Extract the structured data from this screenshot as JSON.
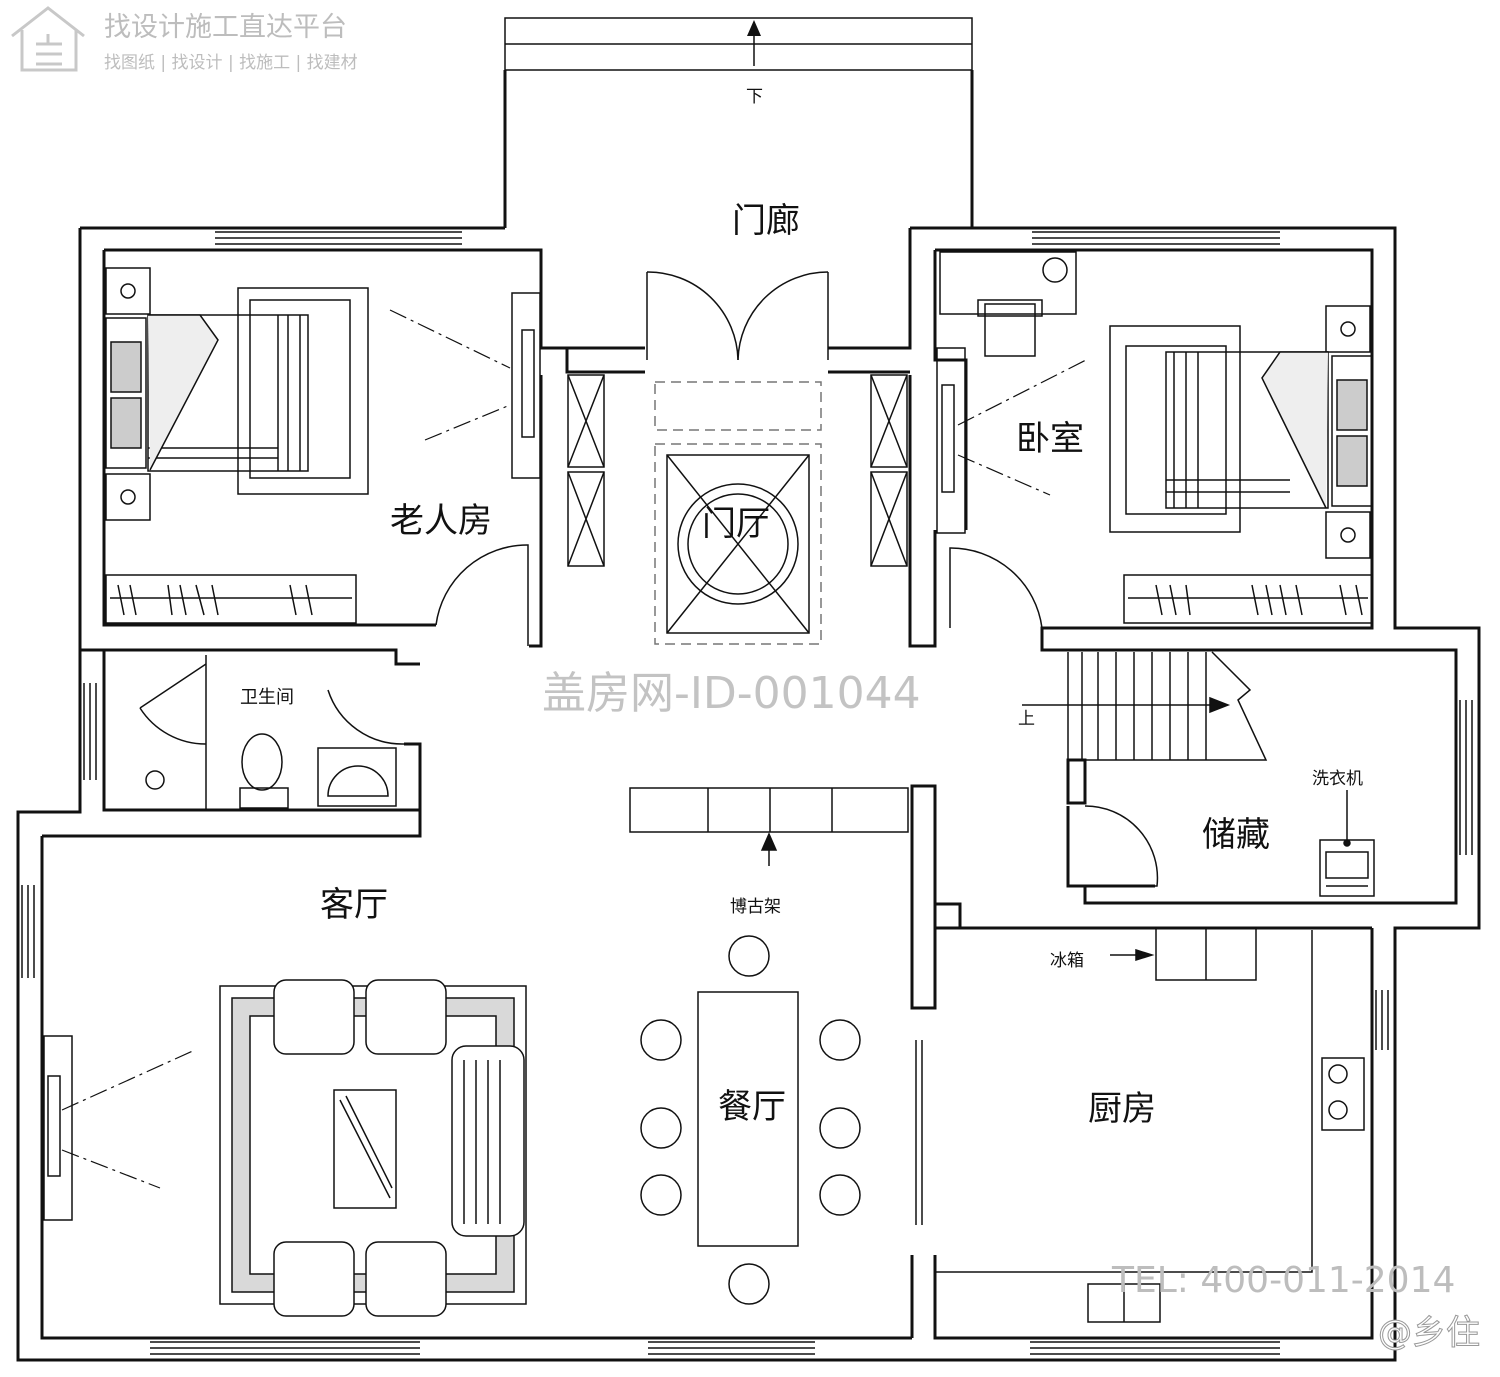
{
  "watermarks": {
    "platform_title": "找设计施工直达平台",
    "platform_links": "找图纸 | 找设计 | 找施工 | 找建材",
    "site_id": "盖房网-ID-001044",
    "phone": "TEL: 400-011-2014",
    "author": "@乡住"
  },
  "rooms": {
    "porch": "门廊",
    "foyer": "门厅",
    "elder_room": "老人房",
    "bedroom": "卧室",
    "bathroom": "卫生间",
    "storage": "储藏",
    "living_room": "客厅",
    "dining_room": "餐厅",
    "kitchen": "厨房"
  },
  "annotations": {
    "stairs_down": "下",
    "stairs_up": "上",
    "washing_machine": "洗衣机",
    "curio_shelf": "博古架",
    "fridge": "冰箱"
  },
  "icons": [
    "house-logo-icon"
  ]
}
